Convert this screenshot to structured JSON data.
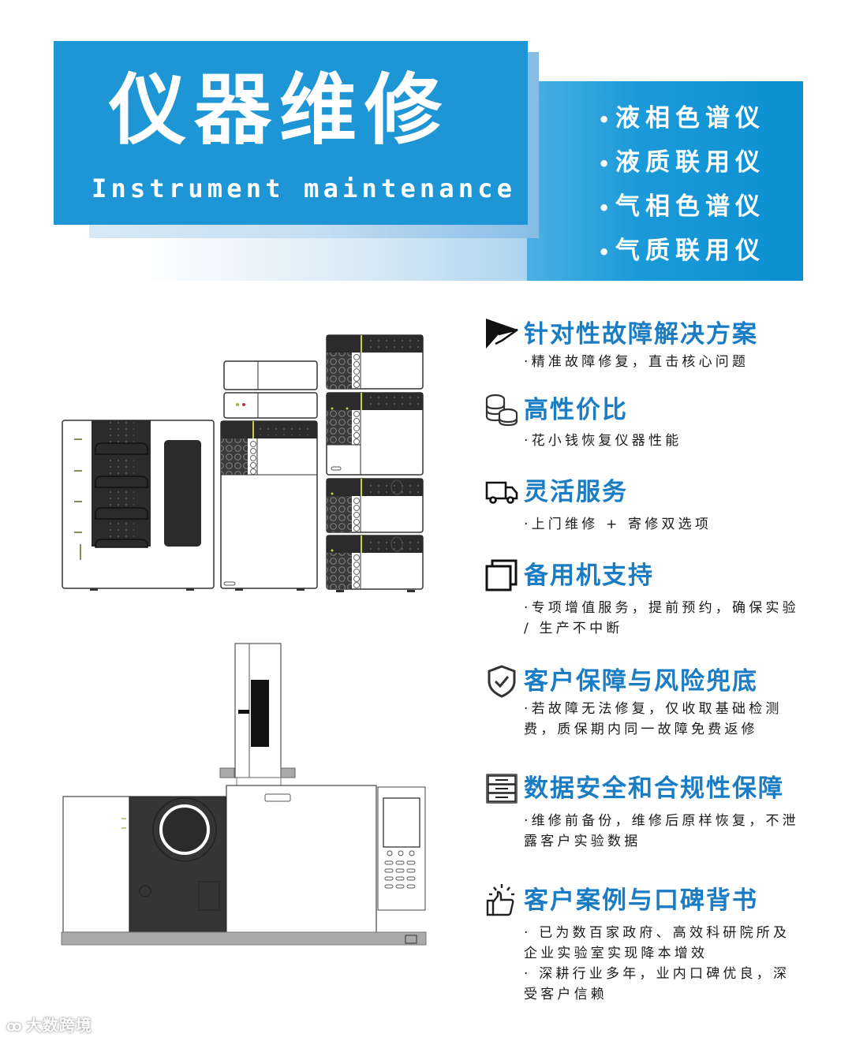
{
  "header": {
    "title_cn": "仪器维修",
    "title_en": "Instrument maintenance",
    "colors": {
      "primary_blue": "#1e95d4",
      "panel_blue": "#0b8fd1",
      "heading_blue": "#1a7cc3"
    }
  },
  "instruments": [
    {
      "bullet": "•",
      "label": "液相色谱仪"
    },
    {
      "bullet": "•",
      "label": "液质联用仪"
    },
    {
      "bullet": "•",
      "label": "气相色谱仪"
    },
    {
      "bullet": "•",
      "label": "气质联用仪"
    }
  ],
  "features": [
    {
      "icon": "paper-plane-icon",
      "title": "针对性故障解决方案",
      "desc": "·精准故障修复，直击核心问题"
    },
    {
      "icon": "coins-icon",
      "title": "高性价比",
      "desc": "·花小钱恢复仪器性能"
    },
    {
      "icon": "truck-icon",
      "title": "灵活服务",
      "desc": "·上门维修 + 寄修双选项"
    },
    {
      "icon": "copy-squares-icon",
      "title": "备用机支持",
      "desc": "·专项增值服务，提前预约，确保实验 / 生产不中断"
    },
    {
      "icon": "shield-check-icon",
      "title": "客户保障与风险兜底",
      "desc": "·若故障无法修复，仅收取基础检测费，质保期内同一故障免费返修"
    },
    {
      "icon": "server-icon",
      "title": "数据安全和合规性保障",
      "desc": "·维修前备份，维修后原样恢复，不泄露客户实验数据"
    },
    {
      "icon": "thumbs-up-icon",
      "title": "客户案例与口碑背书",
      "desc": "· 已为数百家政府、高效科研院所及企业实验室实现降本增效",
      "desc2": "· 深耕行业多年，业内口碑优良，深受客户信赖"
    }
  ],
  "illustrations": {
    "top": "liquid-chromatography-system",
    "bottom": "gas-chromatograph-mass-spectrometer"
  },
  "watermark": {
    "logo": "ꝏ",
    "text": "大数跨境"
  }
}
